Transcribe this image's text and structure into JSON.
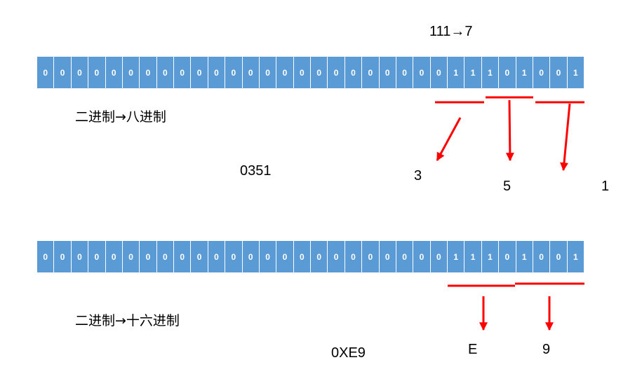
{
  "title": "111→7",
  "rows": [
    {
      "bits": [
        "0",
        "0",
        "0",
        "0",
        "0",
        "0",
        "0",
        "0",
        "0",
        "0",
        "0",
        "0",
        "0",
        "0",
        "0",
        "0",
        "0",
        "0",
        "0",
        "0",
        "0",
        "0",
        "0",
        "0",
        "1",
        "1",
        "1",
        "0",
        "1",
        "0",
        "0",
        "1"
      ],
      "caption": "二进制→八进制",
      "result": "0351",
      "digits": [
        "3",
        "5",
        "1"
      ]
    },
    {
      "bits": [
        "0",
        "0",
        "0",
        "0",
        "0",
        "0",
        "0",
        "0",
        "0",
        "0",
        "0",
        "0",
        "0",
        "0",
        "0",
        "0",
        "0",
        "0",
        "0",
        "0",
        "0",
        "0",
        "0",
        "0",
        "1",
        "1",
        "1",
        "0",
        "1",
        "0",
        "0",
        "1"
      ],
      "caption": "二进制→十六进制",
      "result": "0XE9",
      "digits": [
        "E",
        "9"
      ]
    }
  ],
  "colors": {
    "cell_fill": "#5b9bd5",
    "cell_text": "#ffffff",
    "arrow": "#ff0000"
  }
}
